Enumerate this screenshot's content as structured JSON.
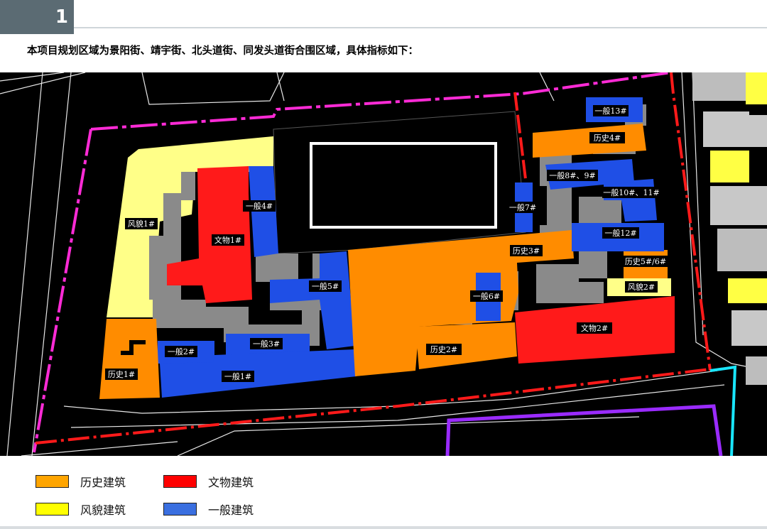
{
  "slide": {
    "number": "1"
  },
  "intro_text": "本项目规划区域为景阳街、靖宇街、北头道街、同发头道街合围区域，具体指标如下：",
  "colors": {
    "historic": "#ff8c00",
    "relic": "#ff1a1a",
    "feature": "#ffff66",
    "general": "#1f4fe6",
    "grey": "#8a8a8a",
    "boundary_pink": "#ff2bd6",
    "boundary_red": "#ff1a1a",
    "cyan": "#19e6ff",
    "purple": "#9a2bff"
  },
  "map_labels": {
    "general13": "一般13#",
    "hist4": "历史4#",
    "general8_9": "一般8#、9#",
    "general10_11": "一般10#、11#",
    "general7": "一般7#",
    "general12": "一般12#",
    "hist3": "历史3#",
    "hist5_6": "历史5#/6#",
    "feature2": "风貌2#",
    "general6": "一般6#",
    "relic2": "文物2#",
    "hist2": "历史2#",
    "general4": "一般4#",
    "relic1": "文物1#",
    "feature1": "风貌1#",
    "general5": "一般5#",
    "general3": "一般3#",
    "general2": "一般2#",
    "general1": "一般1#",
    "hist1": "历史1#"
  },
  "legend": [
    {
      "label": "历史建筑",
      "color": "#ffa500"
    },
    {
      "label": "文物建筑",
      "color": "#ff0000"
    },
    {
      "label": "风貌建筑",
      "color": "#ffff00"
    },
    {
      "label": "一般建筑",
      "color": "#3a6fe0"
    }
  ]
}
